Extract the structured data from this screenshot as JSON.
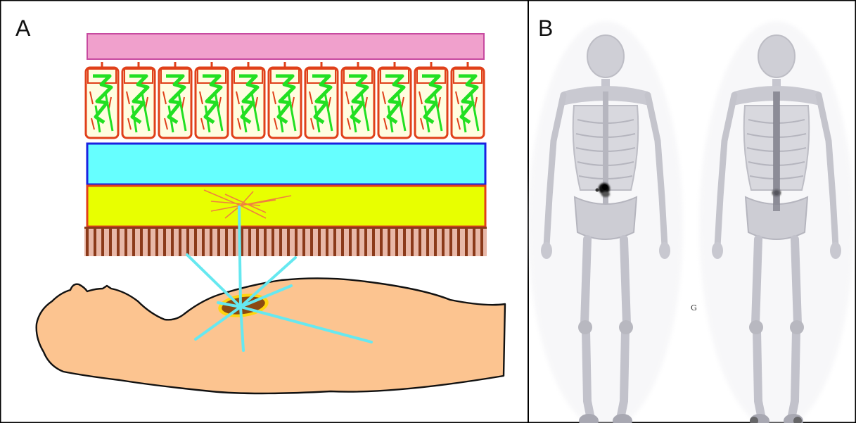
{
  "figure": {
    "panel_a_label": "A",
    "panel_b_label": "B",
    "view_marker": "G"
  },
  "colors": {
    "housing": "#f0a0cc",
    "pmt_body": "#fffde0",
    "pmt_outline": "#e0401a",
    "pmt_inner": "#22e022",
    "light_guide": "#66ffff",
    "light_guide_border": "#1a22e0",
    "crystal": "#e8ff00",
    "collimator": "#8b3a1a",
    "collimator_gap": "#e8b8a8",
    "patient": "#fcc490",
    "organ": "#8b4a12",
    "organ_rim": "#ffd700",
    "gamma_ray": "#66e8f0",
    "scintillation": "#f08040"
  },
  "icons": [
    "pmt-icon",
    "patient-silhouette-icon",
    "skeleton-anterior-icon",
    "skeleton-posterior-icon"
  ]
}
